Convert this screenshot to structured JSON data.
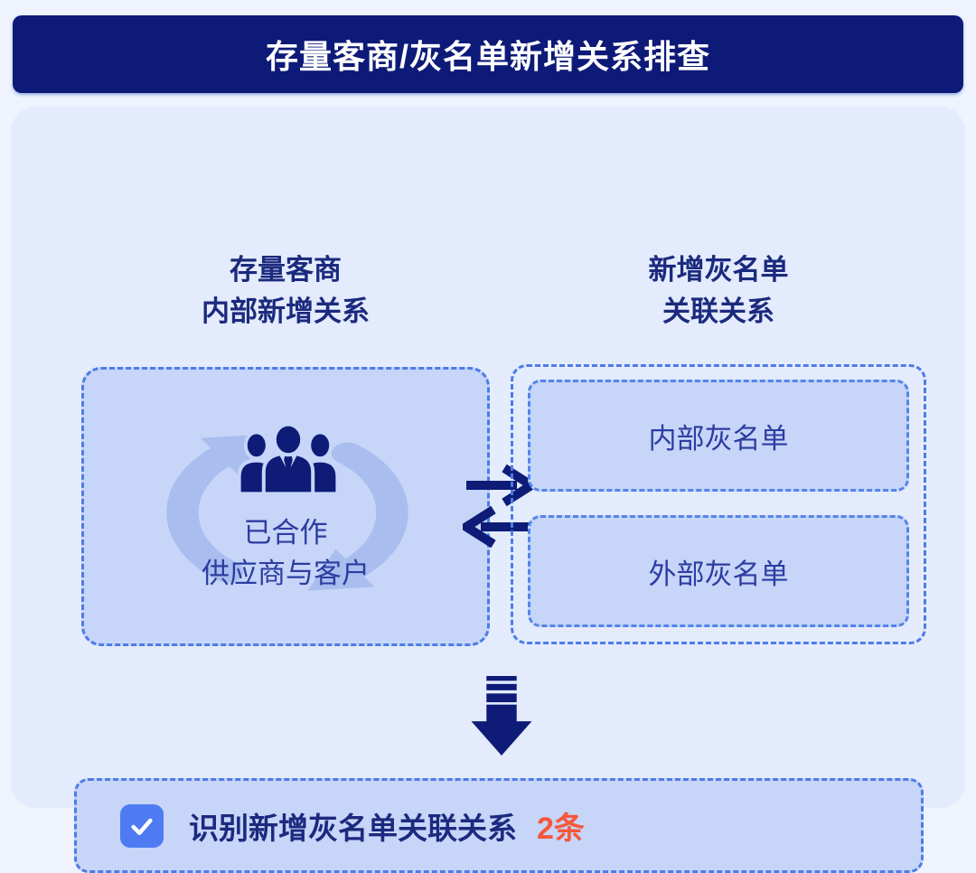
{
  "header": {
    "title": "存量客商/灰名单新增关系排查"
  },
  "left_column": {
    "heading_line1": "存量客商",
    "heading_line2": "内部新增关系",
    "box_label_line1": "已合作",
    "box_label_line2": "供应商与客户"
  },
  "right_column": {
    "heading_line1": "新增灰名单",
    "heading_line2": "关联关系",
    "box1_label": "内部灰名单",
    "box2_label": "外部灰名单"
  },
  "result": {
    "label": "识别新增灰名单关联关系",
    "count": "2条",
    "checked": true
  },
  "icons": {
    "people": "people-group-icon",
    "cycle": "cycle-arrows-icon",
    "exchange": "transfer-arrows-icon",
    "down": "down-arrow-icon",
    "check": "checkmark-icon"
  },
  "colors": {
    "page_bg": "#EEF3FD",
    "header_bg": "#0D1A78",
    "panel_bg": "#E3EBFC",
    "box_fill": "#C6D5F8",
    "dashed_border": "#4D7CE8",
    "inner_dashed_border": "#5584EA",
    "heading_text": "#1B2A7E",
    "body_text": "#2C3DA1",
    "icon_navy": "#0E1C78",
    "watermark_blue": "#A9BDEE",
    "checkbox_blue": "#4E7BF2",
    "count_orange": "#F5573A",
    "header_text": "#FFFFFF"
  }
}
